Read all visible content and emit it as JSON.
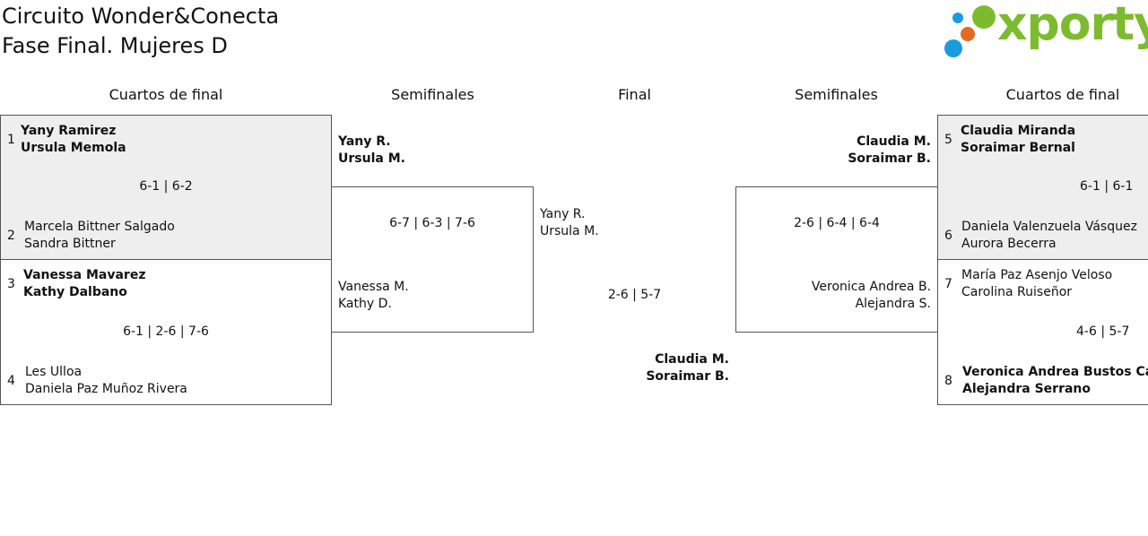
{
  "header": {
    "title_line1": "Circuito Wonder&Conecta",
    "title_line2": "Fase Final. Mujeres D",
    "logo": {
      "text": "xporty",
      "colors": {
        "green": "#7dbb2e",
        "blue": "#1a9be0",
        "orange": "#e36b1f"
      }
    }
  },
  "columns": {
    "left_quarters": "Cuartos de final",
    "left_semis": "Semifinales",
    "final": "Final",
    "right_semis": "Semifinales",
    "right_quarters": "Cuartos de final"
  },
  "left_quarters": [
    {
      "seed_a": "1",
      "a1": "Yany Ramirez",
      "a2": "Ursula Memola",
      "score": "6-1 | 6-2",
      "seed_b": "2",
      "b1": "Marcela Bittner Salgado",
      "b2": "Sandra Bittner"
    },
    {
      "seed_a": "3",
      "a1": "Vanessa Mavarez",
      "a2": "Kathy Dalbano",
      "score": "6-1 | 2-6 | 7-6",
      "seed_b": "4",
      "b1": "Les Ulloa",
      "b2": "Daniela Paz Muñoz Rivera"
    }
  ],
  "right_quarters": [
    {
      "seed_a": "5",
      "a1": "Claudia Miranda",
      "a2": "Soraimar Bernal",
      "score": "6-1 | 6-1",
      "seed_b": "6",
      "b1": "Daniela Valenzuela Vásquez",
      "b2": "Aurora Becerra"
    },
    {
      "seed_a": "7",
      "a1": "María Paz Asenjo Veloso",
      "a2": "Carolina Ruiseñor",
      "score": "4-6 | 5-7",
      "seed_b": "8",
      "b1": "Veronica Andrea Bustos Cal",
      "b2": "Alejandra Serrano"
    }
  ],
  "left_semi": {
    "a1": "Yany R.",
    "a2": "Ursula M.",
    "score": "6-7 | 6-3 | 7-6",
    "b1": "Vanessa M.",
    "b2": "Kathy D."
  },
  "right_semi": {
    "a1": "Claudia M.",
    "a2": "Soraimar B.",
    "score": "2-6 | 6-4 | 6-4",
    "b1": "Veronica Andrea B.",
    "b2": "Alejandra S."
  },
  "final": {
    "a1": "Yany R.",
    "a2": "Ursula M.",
    "score": "2-6 | 5-7",
    "b1": "Claudia M.",
    "b2": "Soraimar B."
  }
}
